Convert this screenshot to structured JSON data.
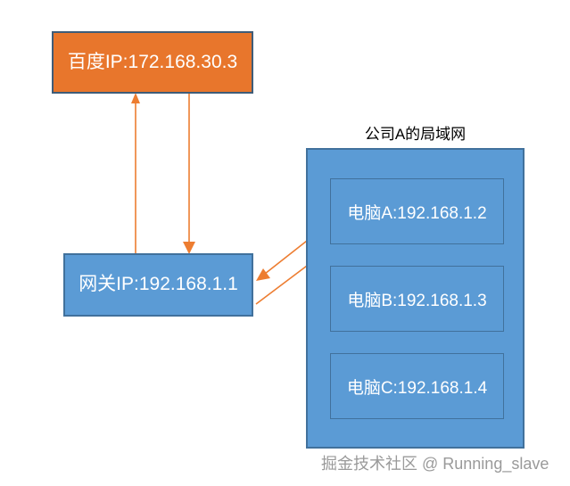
{
  "diagram": {
    "title_text": "公司A的局域网",
    "background": "#FFFFFF",
    "colors": {
      "internet_fill": "#E8762C",
      "internet_border": "#3F5C78",
      "lan_fill": "#5B9BD5",
      "lan_border": "#41719C",
      "arrow": "#ED7D31",
      "label_text": "#000000",
      "node_text": "#FFFFFF",
      "watermark_text": "#9A9A9A"
    },
    "nodes": {
      "internet": {
        "label": "百度IP:172.168.30.3",
        "ip": "172.168.30.3",
        "name": "百度IP"
      },
      "gateway": {
        "label": "网关IP:192.168.1.1",
        "ip": "192.168.1.1",
        "name": "网关IP"
      }
    },
    "lan": {
      "title": "公司A的局域网",
      "hosts": [
        {
          "label": "电脑A:192.168.1.2",
          "name": "电脑A",
          "ip": "192.168.1.2"
        },
        {
          "label": "电脑B:192.168.1.3",
          "name": "电脑B",
          "ip": "192.168.1.3"
        },
        {
          "label": "电脑C:192.168.1.4",
          "name": "电脑C",
          "ip": "192.168.1.4"
        }
      ]
    },
    "connections": [
      {
        "id": "gateway-to-internet",
        "from": "gateway",
        "to": "internet",
        "direction": "up"
      },
      {
        "id": "internet-to-gateway",
        "from": "internet",
        "to": "gateway",
        "direction": "down"
      },
      {
        "id": "gateway-to-hostA",
        "from": "gateway",
        "to": "host-a",
        "direction": "up-right"
      },
      {
        "id": "hostA-to-gateway",
        "from": "host-a",
        "to": "gateway",
        "direction": "down-left"
      }
    ],
    "watermark": "掘金技术社区 @ Running_slave"
  }
}
